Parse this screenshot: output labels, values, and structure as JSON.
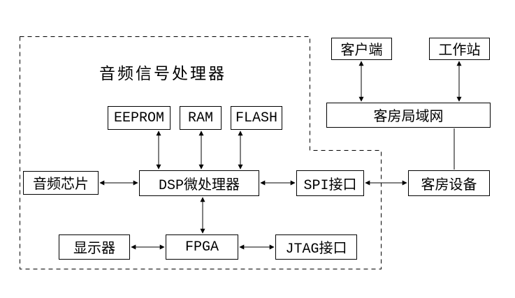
{
  "diagram": {
    "title": "音频信号处理器",
    "nodes": {
      "client": {
        "label": "客户端"
      },
      "workstation": {
        "label": "工作站"
      },
      "room_lan": {
        "label": "客房局域网"
      },
      "eeprom": {
        "label": "EEPROM"
      },
      "ram": {
        "label": "RAM"
      },
      "flash": {
        "label": "FLASH"
      },
      "audio_chip": {
        "label": "音频芯片"
      },
      "dsp": {
        "label": "DSP微处理器"
      },
      "spi": {
        "label": "SPI接口"
      },
      "room_device": {
        "label": "客房设备"
      },
      "display": {
        "label": "显示器"
      },
      "fpga": {
        "label": "FPGA"
      },
      "jtag": {
        "label": "JTAG接口"
      }
    },
    "connections": [
      {
        "from": "EEPROM",
        "to": "DSP微处理器",
        "style": "double-arrow"
      },
      {
        "from": "RAM",
        "to": "DSP微处理器",
        "style": "double-arrow"
      },
      {
        "from": "FLASH",
        "to": "DSP微处理器",
        "style": "double-arrow"
      },
      {
        "from": "音频芯片",
        "to": "DSP微处理器",
        "style": "double-arrow"
      },
      {
        "from": "DSP微处理器",
        "to": "SPI接口",
        "style": "double-arrow"
      },
      {
        "from": "SPI接口",
        "to": "客房设备",
        "style": "double-arrow"
      },
      {
        "from": "DSP微处理器",
        "to": "FPGA",
        "style": "double-arrow"
      },
      {
        "from": "显示器",
        "to": "FPGA",
        "style": "double-arrow"
      },
      {
        "from": "FPGA",
        "to": "JTAG接口",
        "style": "double-arrow"
      },
      {
        "from": "客户端",
        "to": "客房局域网",
        "style": "double-arrow"
      },
      {
        "from": "工作站",
        "to": "客房局域网",
        "style": "double-arrow"
      },
      {
        "from": "客房局域网",
        "to": "客房设备",
        "style": "line"
      }
    ],
    "boundary": {
      "label": "音频信号处理器",
      "style": "dashed"
    },
    "colors": {
      "line": "#000000",
      "background": "#ffffff",
      "text": "#000000"
    }
  }
}
